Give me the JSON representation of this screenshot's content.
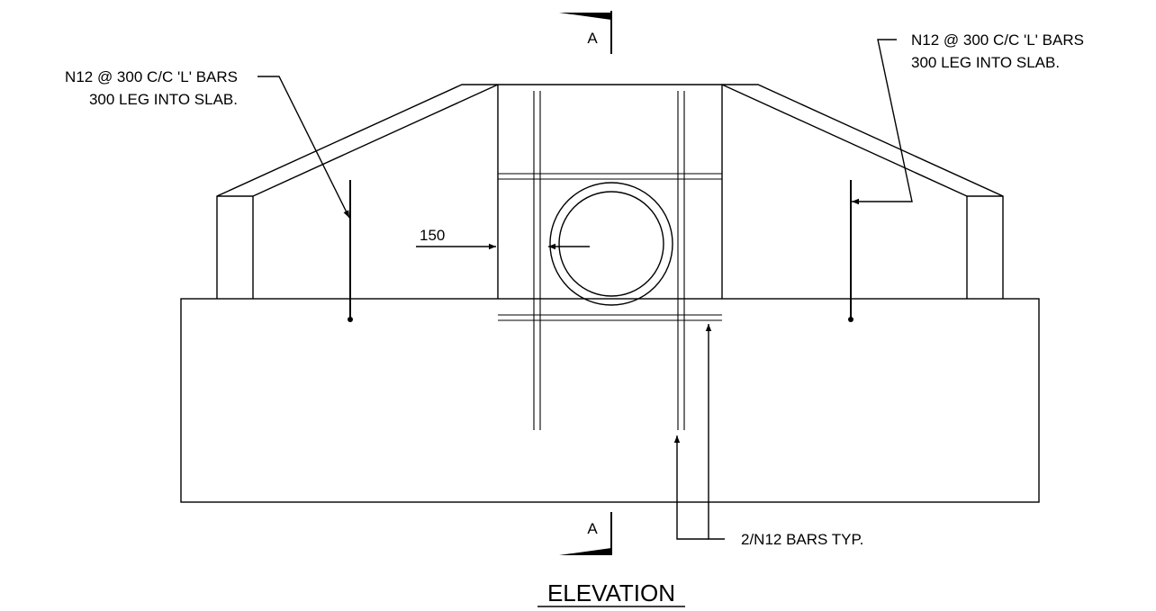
{
  "notes": {
    "left_line1": "N12 @ 300 C/C 'L' BARS",
    "left_line2": "300 LEG INTO SLAB.",
    "right_line1": "N12 @ 300 C/C 'L' BARS",
    "right_line2": "300 LEG INTO SLAB.",
    "cover": "150",
    "bars": "2/N12  BARS TYP."
  },
  "section_marks": {
    "top": "A",
    "bottom": "A"
  },
  "title": "ELEVATION"
}
